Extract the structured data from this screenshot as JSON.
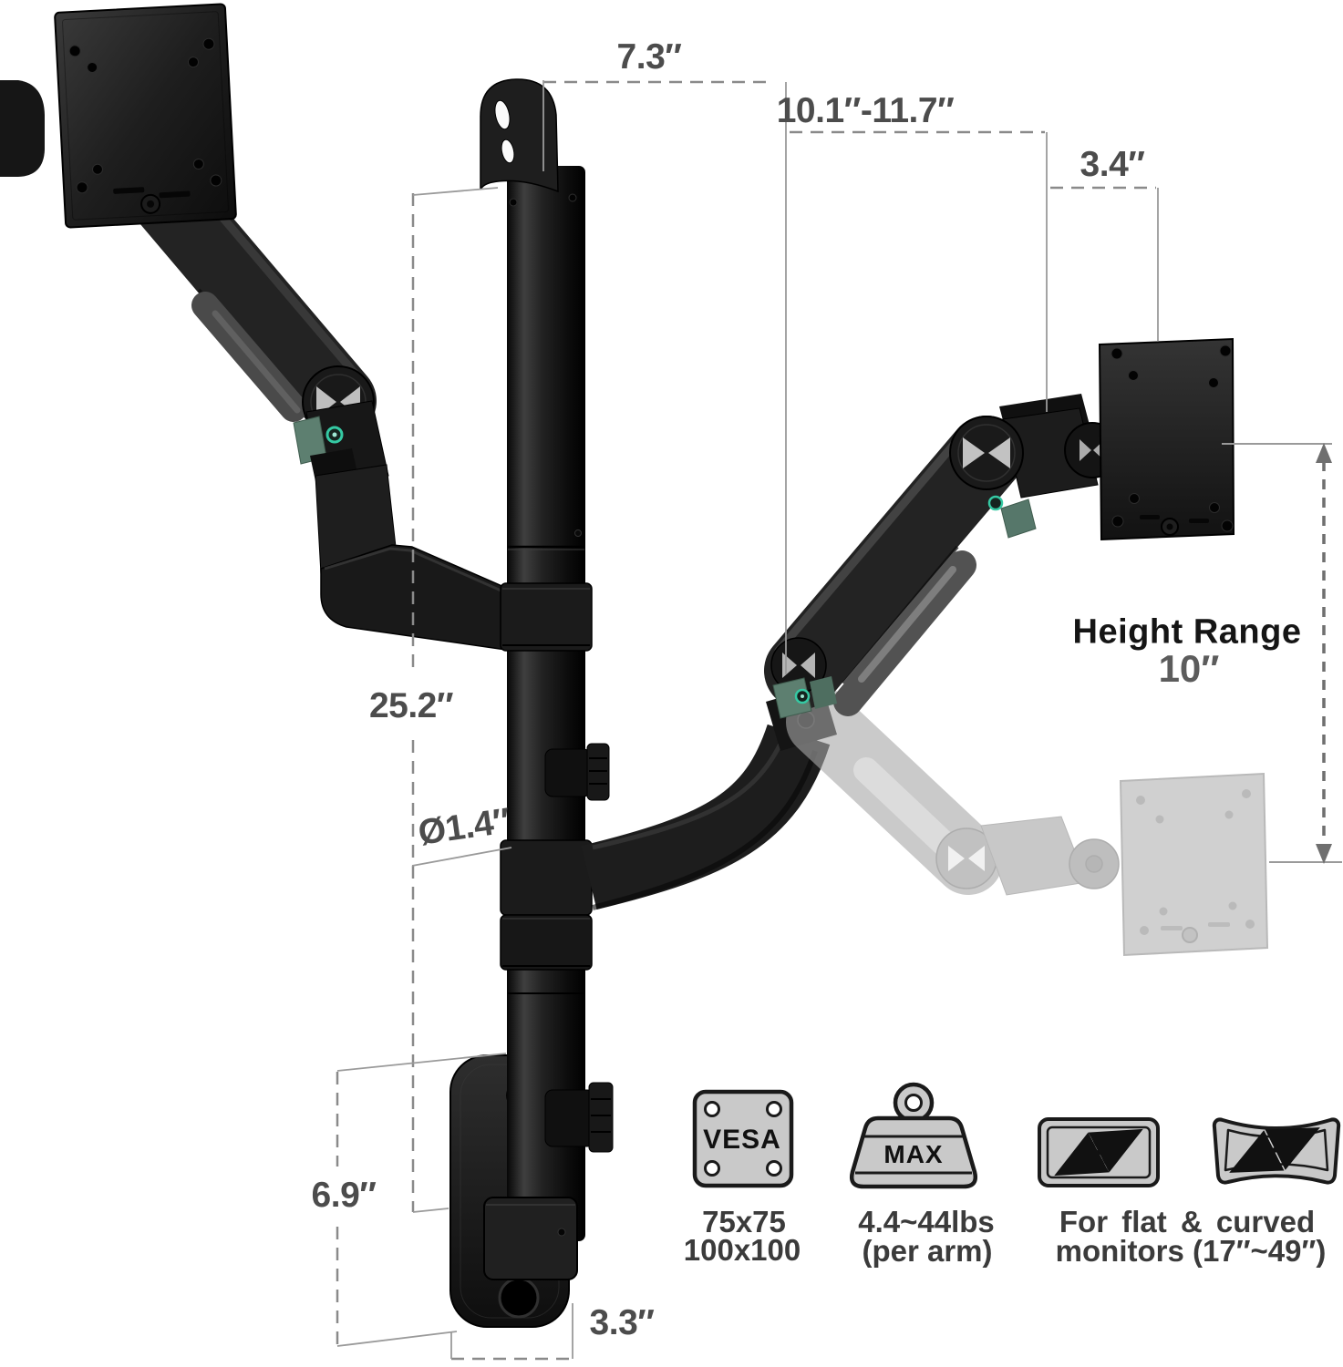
{
  "dimensions": {
    "top_width": "7.3″",
    "arm_reach": "10.1″-11.7″",
    "plate_width": "3.4″",
    "pole_height": "25.2″",
    "pole_diameter": "Ø1.4″",
    "wall_plate_height": "6.9″",
    "wall_plate_width": "3.3″"
  },
  "height_range": {
    "label": "Height Range",
    "value": "10″"
  },
  "specs": {
    "vesa": {
      "icon_text": "VESA",
      "sizes_line1": "75x75",
      "sizes_line2": "100x100"
    },
    "weight": {
      "icon_text": "MAX",
      "capacity_line1": "4.4~44lbs",
      "capacity_line2": "(per arm)"
    },
    "compatibility": {
      "line1": "For flat & curved",
      "line2": "monitors (17′′~49′′)"
    }
  },
  "colors": {
    "product_black": "#1a1a1a",
    "ghost_gray": "#aaaaaa",
    "accent_teal": "#35c9a3",
    "accent_sage": "#5d7f70",
    "dimension_text": "#4c4c4c",
    "dimension_line": "#8a8a8a",
    "icon_fill": "#c9c9c9",
    "icon_stroke": "#1a1a1a",
    "background": "#ffffff"
  }
}
